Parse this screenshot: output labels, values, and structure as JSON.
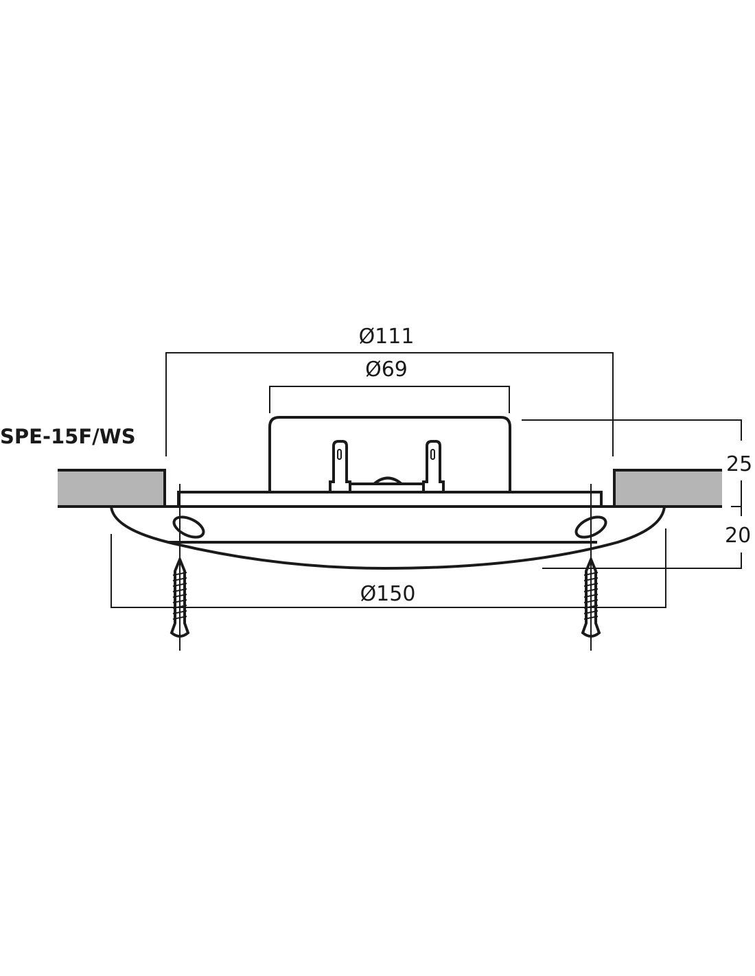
{
  "model": "SPE-15F/WS",
  "dimensions": {
    "cutout_diameter": "Ø111",
    "housing_diameter": "Ø69",
    "outer_diameter": "Ø150",
    "mounting_depth": "25",
    "front_height": "20"
  },
  "colors": {
    "line": "#1a1a1a",
    "ceiling": "#b5b5b5"
  }
}
